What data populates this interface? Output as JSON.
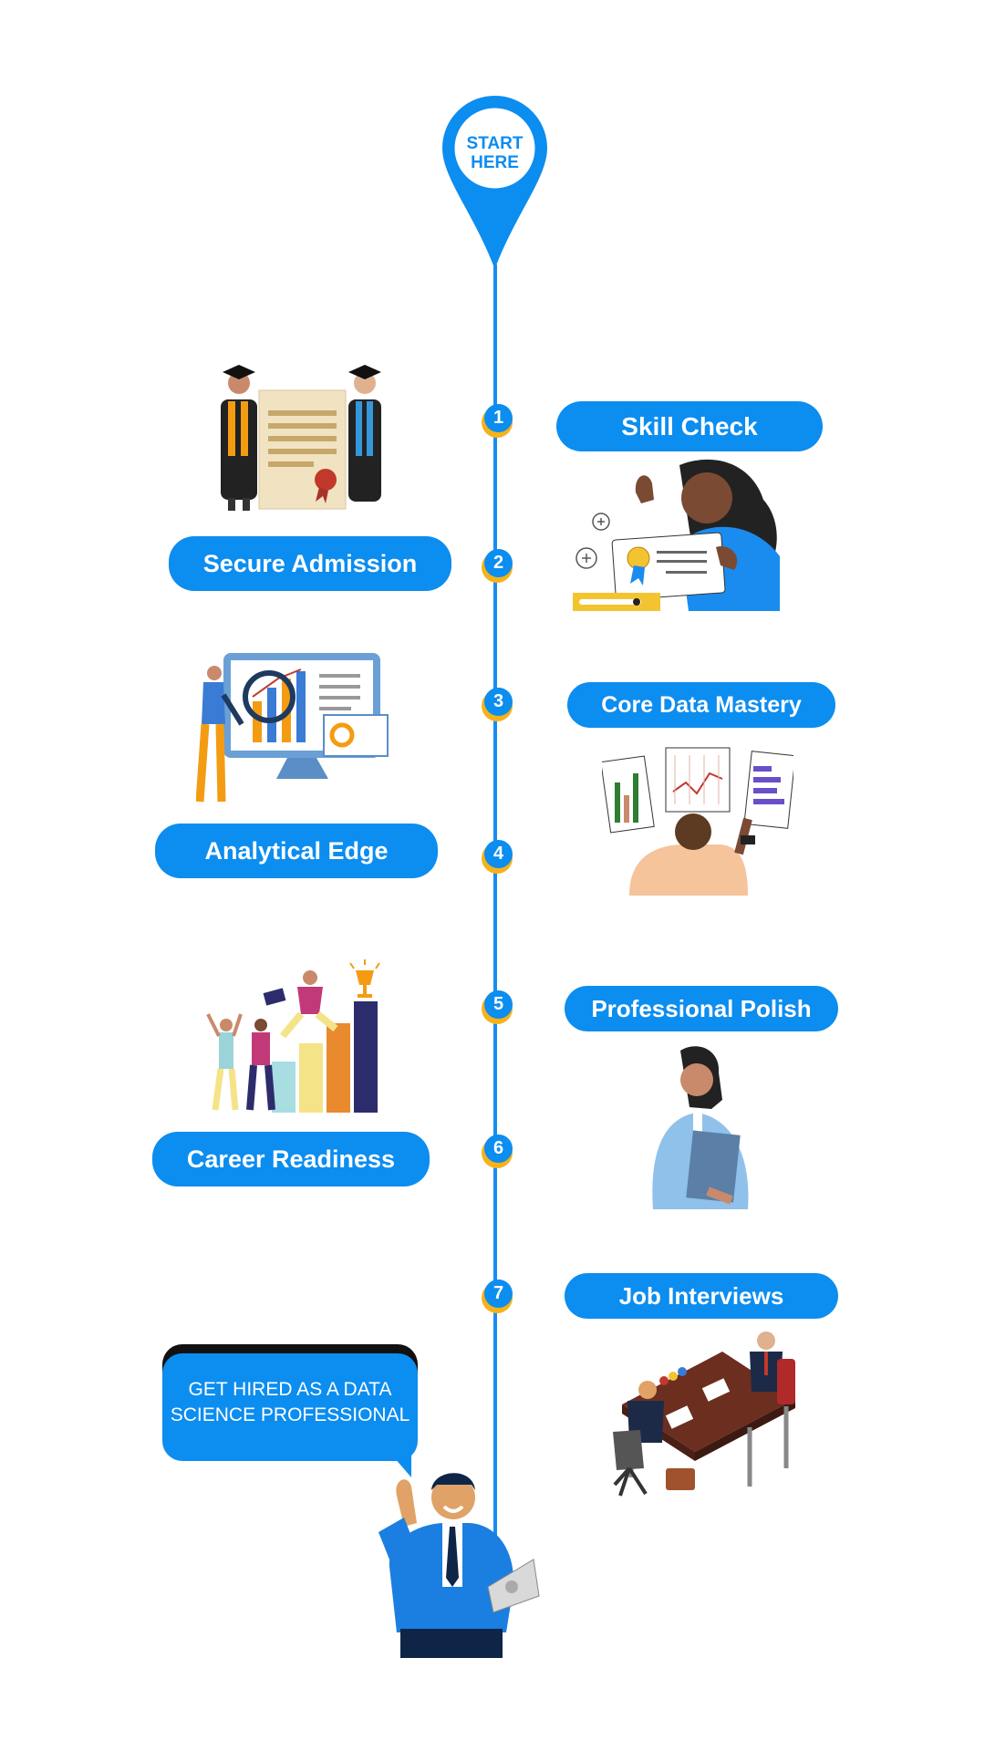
{
  "start_pin": {
    "text": "START\nHERE"
  },
  "steps": [
    {
      "number": "1",
      "label": "Skill Check"
    },
    {
      "number": "2",
      "label": "Secure Admission"
    },
    {
      "number": "3",
      "label": "Core Data Mastery"
    },
    {
      "number": "4",
      "label": "Analytical Edge"
    },
    {
      "number": "5",
      "label": "Professional Polish"
    },
    {
      "number": "6",
      "label": "Career Readiness"
    },
    {
      "number": "7",
      "label": "Job Interviews"
    }
  ],
  "final_bubble": {
    "text": "GET HIRED AS A DATA\nSCIENCE PROFESSIONAL"
  },
  "colors": {
    "primary": "#0c8df0",
    "accent": "#f6b21a",
    "background": "#ffffff"
  }
}
